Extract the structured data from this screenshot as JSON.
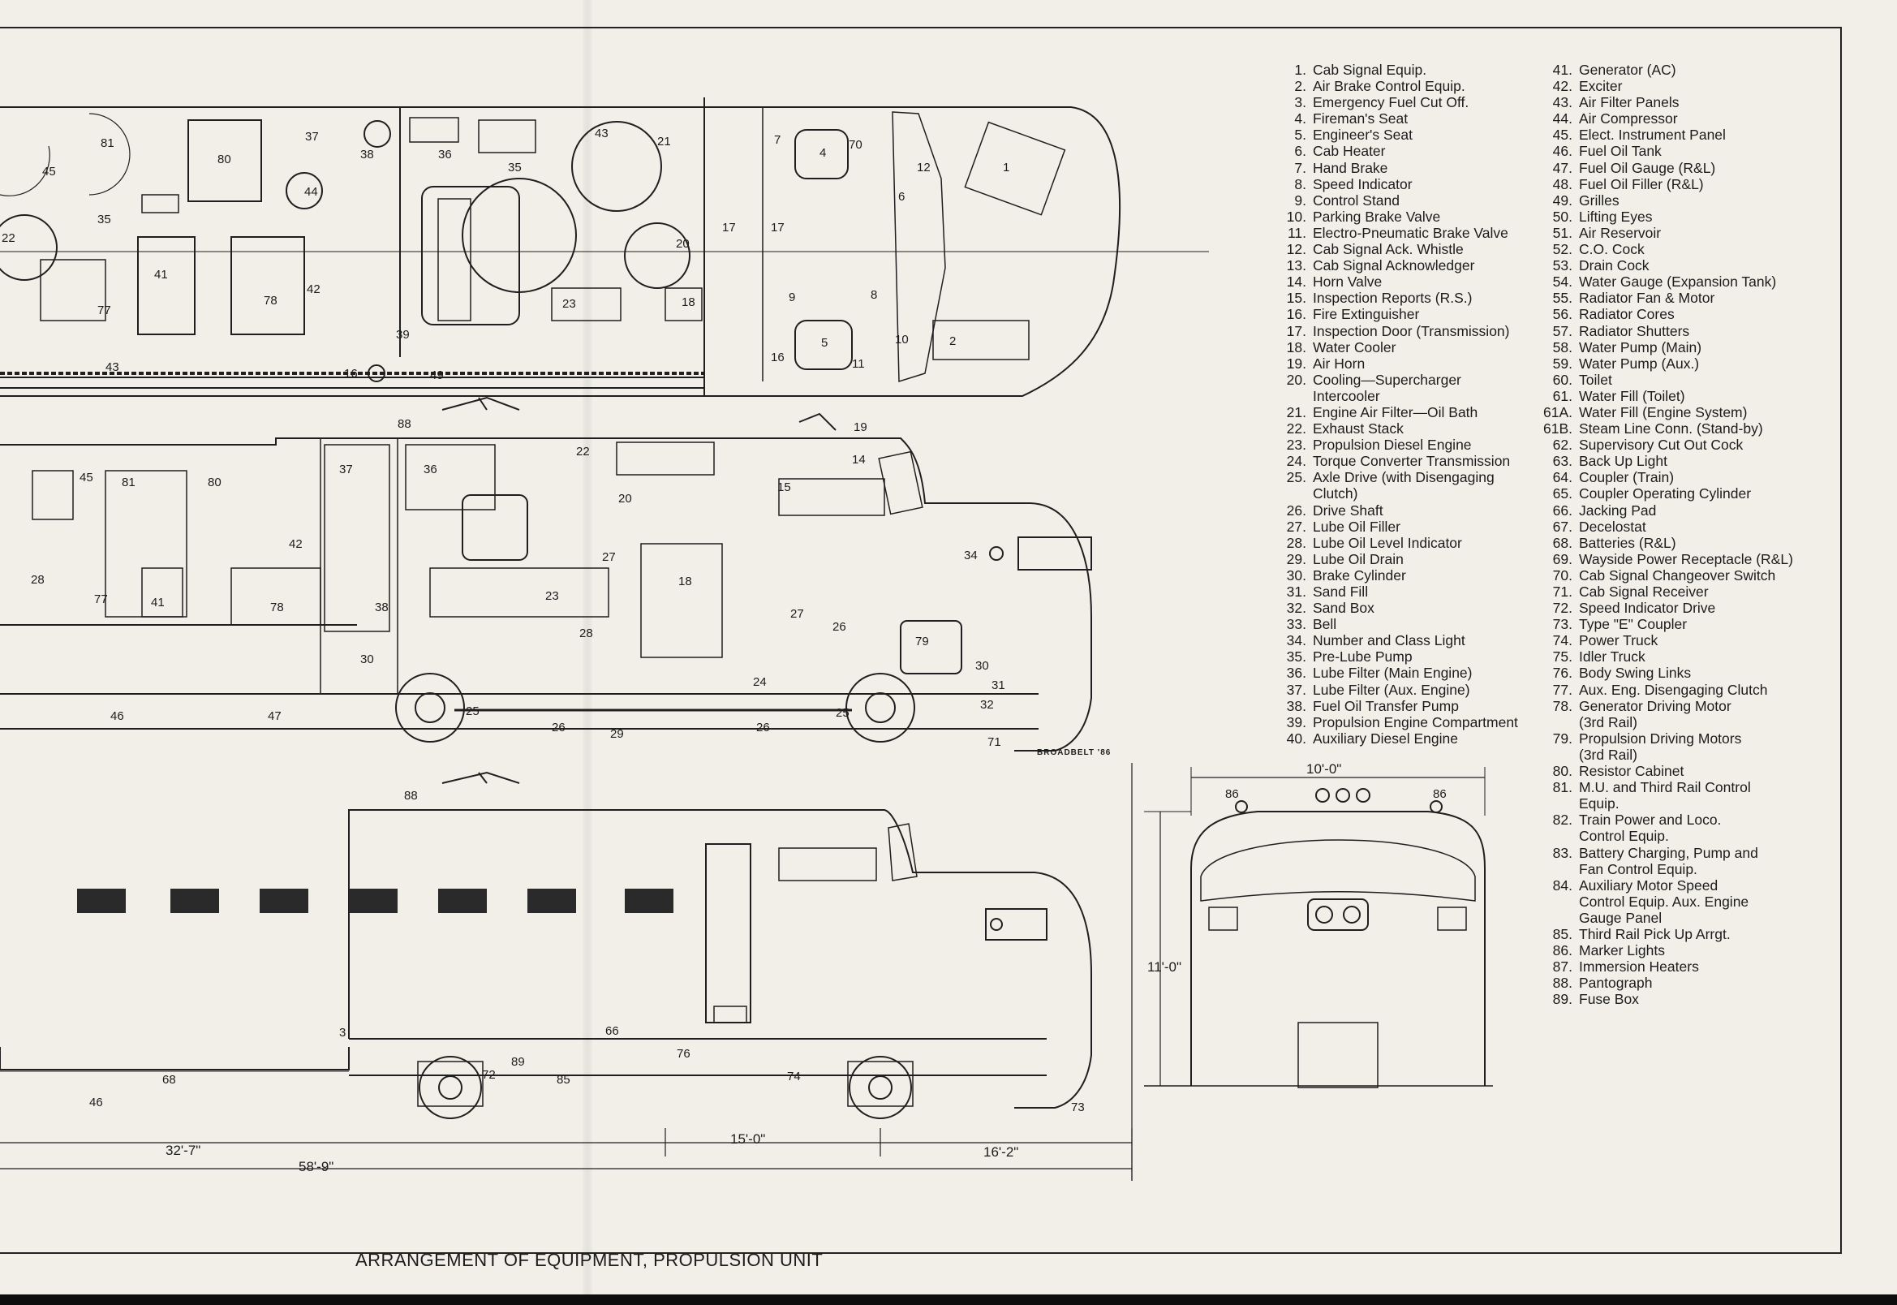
{
  "caption": "ARRANGEMENT OF EQUIPMENT, PROPULSION UNIT",
  "signature": "BROADBELT '86",
  "legend_col1": [
    {
      "num": "1.",
      "text": "Cab Signal Equip."
    },
    {
      "num": "2.",
      "text": "Air Brake Control Equip."
    },
    {
      "num": "3.",
      "text": "Emergency Fuel Cut Off."
    },
    {
      "num": "4.",
      "text": "Fireman's Seat"
    },
    {
      "num": "5.",
      "text": "Engineer's Seat"
    },
    {
      "num": "6.",
      "text": "Cab Heater"
    },
    {
      "num": "7.",
      "text": "Hand Brake"
    },
    {
      "num": "8.",
      "text": "Speed Indicator"
    },
    {
      "num": "9.",
      "text": "Control Stand"
    },
    {
      "num": "10.",
      "text": "Parking Brake Valve"
    },
    {
      "num": "11.",
      "text": "Electro-Pneumatic Brake Valve"
    },
    {
      "num": "12.",
      "text": "Cab Signal Ack. Whistle"
    },
    {
      "num": "13.",
      "text": "Cab Signal Acknowledger"
    },
    {
      "num": "14.",
      "text": "Horn Valve"
    },
    {
      "num": "15.",
      "text": "Inspection Reports (R.S.)"
    },
    {
      "num": "16.",
      "text": "Fire Extinguisher"
    },
    {
      "num": "17.",
      "text": "Inspection Door (Transmission)"
    },
    {
      "num": "18.",
      "text": "Water Cooler"
    },
    {
      "num": "19.",
      "text": "Air Horn"
    },
    {
      "num": "20.",
      "text": "Cooling—Supercharger\nIntercooler"
    },
    {
      "num": "21.",
      "text": "Engine Air Filter—Oil Bath"
    },
    {
      "num": "22.",
      "text": "Exhaust Stack"
    },
    {
      "num": "23.",
      "text": "Propulsion Diesel Engine"
    },
    {
      "num": "24.",
      "text": "Torque Converter Transmission"
    },
    {
      "num": "25.",
      "text": "Axle Drive (with Disengaging\nClutch)"
    },
    {
      "num": "26.",
      "text": "Drive Shaft"
    },
    {
      "num": "27.",
      "text": "Lube Oil Filler"
    },
    {
      "num": "28.",
      "text": "Lube Oil Level Indicator"
    },
    {
      "num": "29.",
      "text": "Lube Oil Drain"
    },
    {
      "num": "30.",
      "text": "Brake Cylinder"
    },
    {
      "num": "31.",
      "text": "Sand Fill"
    },
    {
      "num": "32.",
      "text": "Sand Box"
    },
    {
      "num": "33.",
      "text": "Bell"
    },
    {
      "num": "34.",
      "text": "Number and Class Light"
    },
    {
      "num": "35.",
      "text": "Pre-Lube Pump"
    },
    {
      "num": "36.",
      "text": "Lube Filter (Main Engine)"
    },
    {
      "num": "37.",
      "text": "Lube Filter (Aux. Engine)"
    },
    {
      "num": "38.",
      "text": "Fuel Oil Transfer Pump"
    },
    {
      "num": "39.",
      "text": "Propulsion Engine Compartment"
    },
    {
      "num": "40.",
      "text": "Auxiliary Diesel Engine"
    }
  ],
  "legend_col2": [
    {
      "num": "41.",
      "text": "Generator (AC)"
    },
    {
      "num": "42.",
      "text": "Exciter"
    },
    {
      "num": "43.",
      "text": "Air Filter Panels"
    },
    {
      "num": "44.",
      "text": "Air Compressor"
    },
    {
      "num": "45.",
      "text": "Elect. Instrument Panel"
    },
    {
      "num": "46.",
      "text": "Fuel Oil Tank"
    },
    {
      "num": "47.",
      "text": "Fuel Oil Gauge (R&L)"
    },
    {
      "num": "48.",
      "text": "Fuel Oil Filler (R&L)"
    },
    {
      "num": "49.",
      "text": "Grilles"
    },
    {
      "num": "50.",
      "text": "Lifting Eyes"
    },
    {
      "num": "51.",
      "text": "Air Reservoir"
    },
    {
      "num": "52.",
      "text": "C.O. Cock"
    },
    {
      "num": "53.",
      "text": "Drain Cock"
    },
    {
      "num": "54.",
      "text": "Water Gauge (Expansion Tank)"
    },
    {
      "num": "55.",
      "text": "Radiator Fan & Motor"
    },
    {
      "num": "56.",
      "text": "Radiator Cores"
    },
    {
      "num": "57.",
      "text": "Radiator Shutters"
    },
    {
      "num": "58.",
      "text": "Water Pump (Main)"
    },
    {
      "num": "59.",
      "text": "Water Pump (Aux.)"
    },
    {
      "num": "60.",
      "text": "Toilet"
    },
    {
      "num": "61.",
      "text": "Water Fill (Toilet)"
    },
    {
      "num": "61A.",
      "text": "Water Fill (Engine System)"
    },
    {
      "num": "61B.",
      "text": "Steam Line Conn. (Stand-by)"
    },
    {
      "num": "62.",
      "text": "Supervisory Cut Out Cock"
    },
    {
      "num": "63.",
      "text": "Back Up Light"
    },
    {
      "num": "64.",
      "text": "Coupler (Train)"
    },
    {
      "num": "65.",
      "text": "Coupler Operating Cylinder"
    },
    {
      "num": "66.",
      "text": "Jacking Pad"
    },
    {
      "num": "67.",
      "text": "Decelostat"
    },
    {
      "num": "68.",
      "text": "Batteries (R&L)"
    },
    {
      "num": "69.",
      "text": "Wayside Power Receptacle (R&L)"
    },
    {
      "num": "70.",
      "text": "Cab Signal Changeover Switch"
    },
    {
      "num": "71.",
      "text": "Cab Signal Receiver"
    },
    {
      "num": "72.",
      "text": "Speed Indicator Drive"
    },
    {
      "num": "73.",
      "text": "Type \"E\" Coupler"
    },
    {
      "num": "74.",
      "text": "Power Truck"
    },
    {
      "num": "75.",
      "text": "Idler Truck"
    },
    {
      "num": "76.",
      "text": "Body Swing Links"
    },
    {
      "num": "77.",
      "text": "Aux. Eng. Disengaging Clutch"
    },
    {
      "num": "78.",
      "text": "Generator Driving Motor\n(3rd Rail)"
    },
    {
      "num": "79.",
      "text": "Propulsion Driving Motors\n(3rd Rail)"
    },
    {
      "num": "80.",
      "text": "Resistor Cabinet"
    },
    {
      "num": "81.",
      "text": "M.U. and Third Rail Control\nEquip."
    },
    {
      "num": "82.",
      "text": "Train Power and Loco.\nControl Equip."
    },
    {
      "num": "83.",
      "text": "Battery Charging, Pump and\nFan Control Equip."
    },
    {
      "num": "84.",
      "text": "Auxiliary Motor Speed\nControl Equip. Aux. Engine\nGauge Panel"
    },
    {
      "num": "85.",
      "text": "Third Rail Pick Up Arrgt."
    },
    {
      "num": "86.",
      "text": "Marker Lights"
    },
    {
      "num": "87.",
      "text": "Immersion Heaters"
    },
    {
      "num": "88.",
      "text": "Pantograph"
    },
    {
      "num": "89.",
      "text": "Fuse Box"
    }
  ],
  "dimensions": {
    "width_end": "10'-0\"",
    "height_end": "11'-0\"",
    "truck_centers": "15'-0\"",
    "front_overhang": "16'-2\"",
    "rear_section": "32'-7\"",
    "overall": "58'-9\""
  },
  "callouts": {
    "plan": [
      "81",
      "45",
      "80",
      "37",
      "38",
      "36",
      "35",
      "43",
      "21",
      "7",
      "4",
      "70",
      "12",
      "1",
      "6",
      "44",
      "22",
      "35",
      "20",
      "41",
      "42",
      "78",
      "77",
      "17",
      "17",
      "18",
      "23",
      "9",
      "8",
      "10",
      "11",
      "2",
      "5",
      "16",
      "39",
      "43",
      "16",
      "49"
    ],
    "section": [
      "88",
      "19",
      "14",
      "37",
      "36",
      "22",
      "45",
      "81",
      "80",
      "20",
      "15",
      "42",
      "27",
      "18",
      "34",
      "28",
      "77",
      "41",
      "78",
      "38",
      "23",
      "28",
      "27",
      "26",
      "79",
      "30",
      "30",
      "31",
      "24",
      "32",
      "25",
      "26",
      "29",
      "26",
      "25",
      "71",
      "46",
      "47"
    ],
    "elevation": [
      "88",
      "3",
      "66",
      "76",
      "74",
      "72",
      "89",
      "85",
      "68",
      "46",
      "73",
      "86",
      "86"
    ]
  }
}
